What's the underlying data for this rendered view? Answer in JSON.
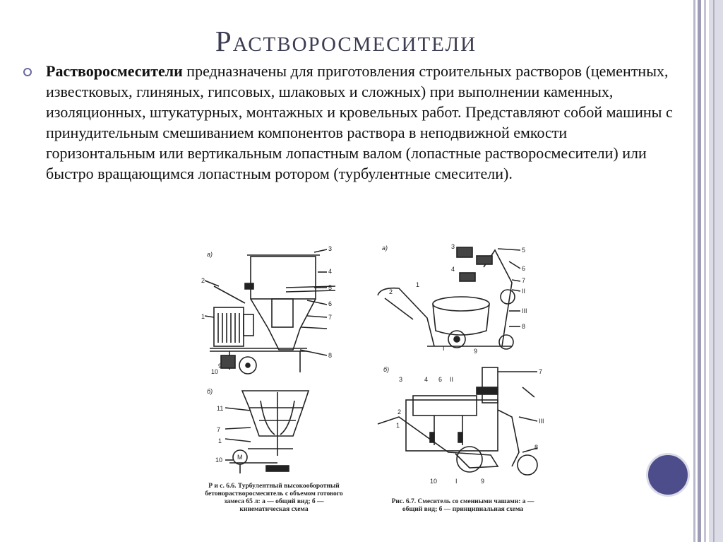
{
  "slide": {
    "title": "Растворосмесители",
    "body_bold": "Растворосмесители",
    "body_text": " предназначены для приготовления строительных растворов (цементных, известковых, глиняных, гипсовых, шлаковых и сложных) при выполнении каменных, изоляционных, штукатурных, монтажных и кровельных работ. Представляют собой машины с принудительным смешиванием компонентов раствора в неподвижной емкости горизонтальным или вертикальным лопастным валом (лопастные растворосмесители) или быстро вращающимся лопастным ротором (турбулентные смесители).",
    "caption_left": "Р и с. 6.6. Турбулентный высокооборотный бетонорастворосмеситель с объемом готового замеса 65 л: а — общий вид; б — кинематическая схема",
    "caption_right": "Рис. 6.7. Смеситель со сменными чашами: а — общий вид; б — принципиальная схема",
    "colors": {
      "title": "#3c3c52",
      "accent": "#4d4d8c",
      "bullet": "#6a6aa0"
    },
    "figure_labels": {
      "left_a": "а)",
      "left_b": "б)",
      "right_a": "а)",
      "right_b": "б)",
      "n1": "1",
      "n2": "2",
      "n3": "3",
      "n4": "4",
      "n5": "5",
      "n6": "6",
      "n7": "7",
      "n8": "8",
      "n9": "9",
      "n10": "10",
      "n11": "11",
      "nI": "I",
      "nII": "II",
      "nIII": "III",
      "motor": "M"
    }
  }
}
